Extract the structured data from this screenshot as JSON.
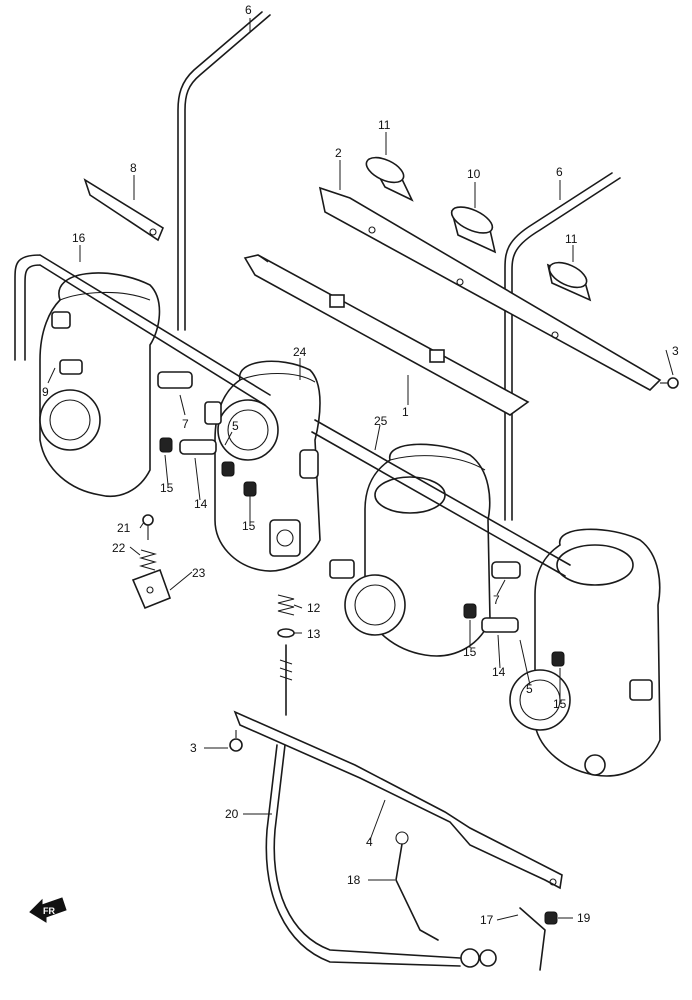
{
  "callouts": {
    "c1": "1",
    "c2": "2",
    "c3a": "3",
    "c3b": "3",
    "c4": "4",
    "c5a": "5",
    "c5b": "5",
    "c6a": "6",
    "c6b": "6",
    "c7a": "7",
    "c7b": "7",
    "c8": "8",
    "c9": "9",
    "c10": "10",
    "c11a": "11",
    "c11b": "11",
    "c12": "12",
    "c13": "13",
    "c14a": "14",
    "c14b": "14",
    "c15a": "15",
    "c15b": "15",
    "c15c": "15",
    "c15d": "15",
    "c16": "16",
    "c17": "17",
    "c18": "18",
    "c19": "19",
    "c20": "20",
    "c21": "21",
    "c22": "22",
    "c23": "23",
    "c24": "24",
    "c25": "25"
  },
  "direction_marker": {
    "label": "FR"
  }
}
